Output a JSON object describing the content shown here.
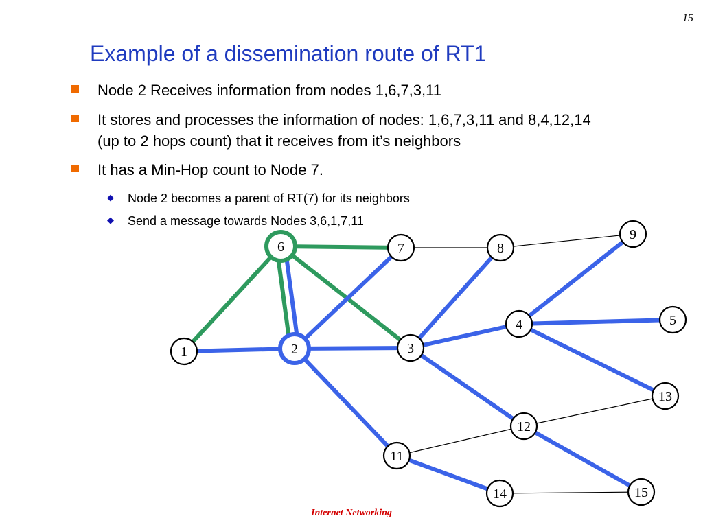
{
  "page_number": "15",
  "title": "Example of a dissemination route of RT1",
  "bullets": [
    {
      "text": "Node 2 Receives information from nodes 1,6,7,3,11"
    },
    {
      "text": "It stores and processes the information of nodes: 1,6,7,3,11 and 8,4,12,14 (up to 2 hops count) that it receives from it’s neighbors"
    },
    {
      "text": "It has a Min-Hop count to Node 7."
    }
  ],
  "sub_bullets": [
    {
      "text": "Node 2 becomes a parent of RT(7) for its neighbors"
    },
    {
      "text": "Send a message towards Nodes 3,6,1,7,11"
    }
  ],
  "footer": "Internet  Networking",
  "colors": {
    "title": "#1f3bbf",
    "bullet_marker": "#f06a00",
    "sub_bullet_marker": "#1010b0",
    "blue_link": "#3b63e8",
    "green_link": "#2e9a5e",
    "thin_link": "#000000",
    "footer": "#d30000"
  },
  "network": {
    "nodes": [
      {
        "id": "1",
        "label": "1",
        "highlight": false
      },
      {
        "id": "2",
        "label": "2",
        "highlight": "blue"
      },
      {
        "id": "3",
        "label": "3",
        "highlight": false
      },
      {
        "id": "4",
        "label": "4",
        "highlight": false
      },
      {
        "id": "5",
        "label": "5",
        "highlight": false
      },
      {
        "id": "6",
        "label": "6",
        "highlight": "green"
      },
      {
        "id": "7",
        "label": "7",
        "highlight": false
      },
      {
        "id": "8",
        "label": "8",
        "highlight": false
      },
      {
        "id": "9",
        "label": "9",
        "highlight": false
      },
      {
        "id": "11",
        "label": "11",
        "highlight": false
      },
      {
        "id": "12",
        "label": "12",
        "highlight": false
      },
      {
        "id": "13",
        "label": "13",
        "highlight": false
      },
      {
        "id": "14",
        "label": "14",
        "highlight": false
      },
      {
        "id": "15",
        "label": "15",
        "highlight": false
      }
    ],
    "edges": [
      {
        "from": "6",
        "to": "7",
        "style": "green"
      },
      {
        "from": "6",
        "to": "1",
        "style": "green"
      },
      {
        "from": "6",
        "to": "3",
        "style": "green"
      },
      {
        "from": "6",
        "to": "2",
        "style": "green-blue"
      },
      {
        "from": "1",
        "to": "2",
        "style": "blue"
      },
      {
        "from": "2",
        "to": "3",
        "style": "blue"
      },
      {
        "from": "2",
        "to": "7",
        "style": "blue"
      },
      {
        "from": "2",
        "to": "11",
        "style": "blue"
      },
      {
        "from": "3",
        "to": "8",
        "style": "blue"
      },
      {
        "from": "3",
        "to": "4",
        "style": "blue"
      },
      {
        "from": "3",
        "to": "12",
        "style": "blue"
      },
      {
        "from": "4",
        "to": "9",
        "style": "blue"
      },
      {
        "from": "4",
        "to": "5",
        "style": "blue"
      },
      {
        "from": "4",
        "to": "13",
        "style": "blue"
      },
      {
        "from": "12",
        "to": "15",
        "style": "blue"
      },
      {
        "from": "11",
        "to": "14",
        "style": "blue"
      },
      {
        "from": "7",
        "to": "8",
        "style": "thin"
      },
      {
        "from": "8",
        "to": "9",
        "style": "thin"
      },
      {
        "from": "11",
        "to": "12",
        "style": "thin"
      },
      {
        "from": "12",
        "to": "13",
        "style": "thin"
      },
      {
        "from": "14",
        "to": "15",
        "style": "thin"
      }
    ]
  }
}
